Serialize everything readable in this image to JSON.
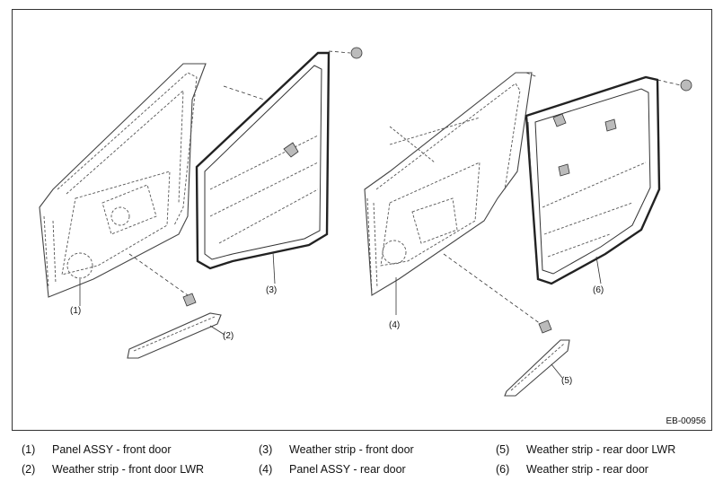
{
  "diagram": {
    "callouts": [
      "(1)",
      "(2)",
      "(3)",
      "(4)",
      "(5)",
      "(6)"
    ],
    "image_code": "EB-00956"
  },
  "legend": [
    {
      "num": "(1)",
      "label": "Panel ASSY - front door"
    },
    {
      "num": "(2)",
      "label": "Weather strip - front door LWR"
    },
    {
      "num": "(3)",
      "label": "Weather strip - front door"
    },
    {
      "num": "(4)",
      "label": "Panel ASSY - rear door"
    },
    {
      "num": "(5)",
      "label": "Weather strip - rear door LWR"
    },
    {
      "num": "(6)",
      "label": "Weather strip - rear door"
    }
  ]
}
